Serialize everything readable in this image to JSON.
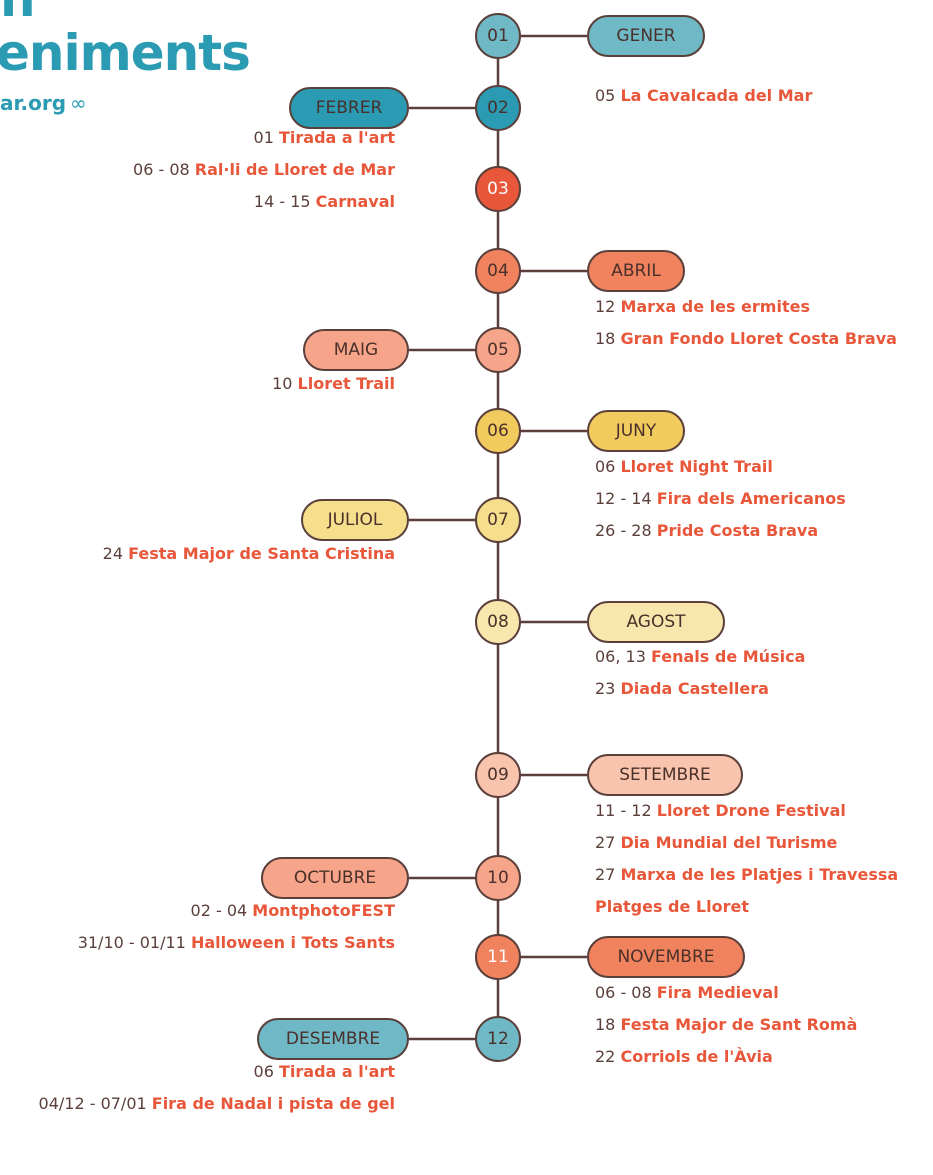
{
  "header": {
    "line1": "n",
    "line2": "eniments",
    "line3": "ar.org",
    "link_icon": "link-icon"
  },
  "colors": {
    "line": "#5a3f3a",
    "event": "#e8573a",
    "teal": "#2a9bb3",
    "light_teal": "#6fb8c6",
    "red": "#e8573a",
    "orange": "#f0825e",
    "salmon": "#f7a58a",
    "gold": "#f2cb5f",
    "yellow": "#f6df8c",
    "cream": "#f8e6ad",
    "peach": "#f9c4ad"
  },
  "months": [
    {
      "num": "01",
      "name": "GENER",
      "fill": "#6fb8c6",
      "events": [
        {
          "date": "05",
          "title": "La Cavalcada del Mar"
        }
      ]
    },
    {
      "num": "02",
      "name": "FEBRER",
      "fill": "#2a9bb3",
      "events": [
        {
          "date": "01",
          "title": "Tirada a l'art"
        },
        {
          "date": "06 - 08",
          "title": "Ral·li de Lloret de Mar"
        },
        {
          "date": "14 - 15",
          "title": "Carnaval"
        }
      ]
    },
    {
      "num": "03",
      "name": "",
      "fill": "#e8573a",
      "events": []
    },
    {
      "num": "04",
      "name": "ABRIL",
      "fill": "#f0825e",
      "events": [
        {
          "date": "12",
          "title": "Marxa de les ermites"
        },
        {
          "date": "18",
          "title": "Gran Fondo Lloret Costa Brava"
        }
      ]
    },
    {
      "num": "05",
      "name": "MAIG",
      "fill": "#f7a58a",
      "events": [
        {
          "date": "10",
          "title": "Lloret Trail"
        }
      ]
    },
    {
      "num": "06",
      "name": "JUNY",
      "fill": "#f2cb5f",
      "events": [
        {
          "date": "06",
          "title": "Lloret Night Trail"
        },
        {
          "date": "12 - 14",
          "title": "Fira dels Americanos"
        },
        {
          "date": "26 - 28",
          "title": "Pride Costa Brava"
        }
      ]
    },
    {
      "num": "07",
      "name": "JULIOL",
      "fill": "#f6df8c",
      "events": [
        {
          "date": "24",
          "title": "Festa Major de Santa Cristina"
        }
      ]
    },
    {
      "num": "08",
      "name": "AGOST",
      "fill": "#f8e6ad",
      "events": [
        {
          "date": "06, 13",
          "title": "Fenals de Música"
        },
        {
          "date": "23",
          "title": "Diada Castellera"
        }
      ]
    },
    {
      "num": "09",
      "name": "SETEMBRE",
      "fill": "#f9c4ad",
      "events": [
        {
          "date": "11 - 12",
          "title": "Lloret Drone Festival"
        },
        {
          "date": "27",
          "title": "Dia Mundial del Turisme"
        },
        {
          "date": "27",
          "title": "Marxa de les Platjes i Travessa"
        },
        {
          "date": "",
          "title": "Platges de Lloret"
        }
      ]
    },
    {
      "num": "10",
      "name": "OCTUBRE",
      "fill": "#f7a58a",
      "events": [
        {
          "date": "02 - 04",
          "title": "MontphotoFEST"
        },
        {
          "date": "31/10 - 01/11",
          "title": "Halloween i Tots Sants"
        }
      ]
    },
    {
      "num": "11",
      "name": "NOVEMBRE",
      "fill": "#f0825e",
      "events": [
        {
          "date": "06 - 08",
          "title": "Fira Medieval"
        },
        {
          "date": "18",
          "title": "Festa Major de Sant Romà"
        },
        {
          "date": "22",
          "title": "Corriols de l'Àvia"
        }
      ]
    },
    {
      "num": "12",
      "name": "DESEMBRE",
      "fill": "#6fb8c6",
      "events": [
        {
          "date": "06",
          "title": "Tirada a l'art"
        },
        {
          "date": "04/12 - 07/01",
          "title": "Fira de Nadal i pista de gel"
        }
      ]
    }
  ]
}
